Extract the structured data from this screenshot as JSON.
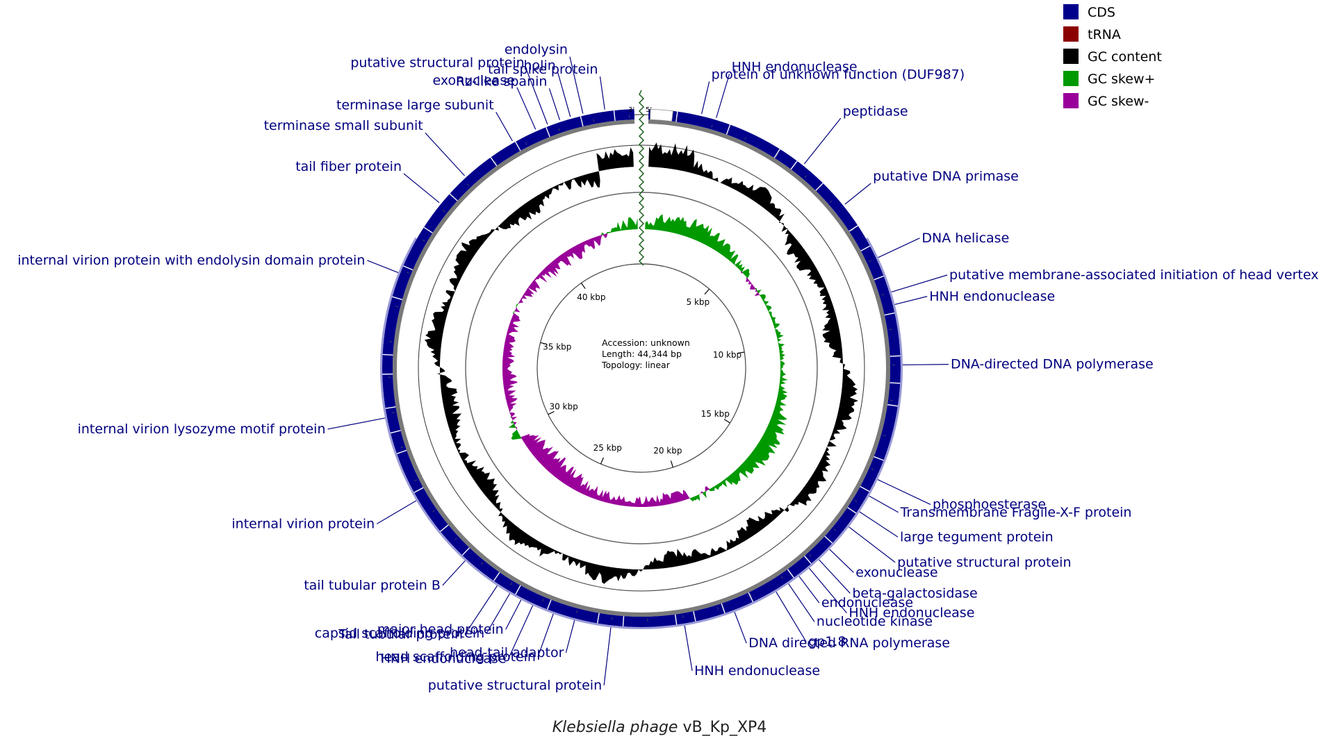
{
  "title": "Klebsiella phage vB_Kp_XP4",
  "title_parts": {
    "italic": "Klebsiella phage",
    "plain": "vB_Kp_XP4"
  },
  "center_info": {
    "accession": "Accession: unknown",
    "length": "Length: 44,344 bp",
    "topology": "Topology: linear"
  },
  "end_marks": {
    "three_prime": "3'",
    "five_prime": "5'"
  },
  "legend": [
    {
      "label": "CDS",
      "color": "#00008b"
    },
    {
      "label": "tRNA",
      "color": "#8b0000"
    },
    {
      "label": "GC content",
      "color": "#000000"
    },
    {
      "label": "GC skew+",
      "color": "#009900"
    },
    {
      "label": "GC skew-",
      "color": "#990099"
    }
  ],
  "genome_length_bp": 44344,
  "ticks": [
    {
      "label": "5 kbp",
      "bp": 5000
    },
    {
      "label": "10 kbp",
      "bp": 10000
    },
    {
      "label": "15 kbp",
      "bp": 15000
    },
    {
      "label": "20 kbp",
      "bp": 20000
    },
    {
      "label": "25 kbp",
      "bp": 25000
    },
    {
      "label": "30 kbp",
      "bp": 30000
    },
    {
      "label": "35 kbp",
      "bp": 35000
    },
    {
      "label": "40 kbp",
      "bp": 40000
    }
  ],
  "cds_features": [
    {
      "label": "protein of unknown function (DUF987)",
      "bp": 1640
    },
    {
      "label": "HNH endonuclease",
      "bp": 2050
    },
    {
      "label": "peptidase",
      "bp": 4750
    },
    {
      "label": "putative DNA primase",
      "bp": 6300
    },
    {
      "label": "DNA helicase",
      "bp": 8000
    },
    {
      "label": "putative membrane-associated initiation of head vertex",
      "bp": 9000
    },
    {
      "label": "HNH endonuclease",
      "bp": 9350
    },
    {
      "label": "DNA-directed DNA polymerase",
      "bp": 11000
    },
    {
      "label": "phosphoesterase",
      "bp": 14200
    },
    {
      "label": "Transmembrane Fragile-X-F protein",
      "bp": 14700
    },
    {
      "label": "large tegument protein",
      "bp": 15200
    },
    {
      "label": "putative structural protein",
      "bp": 15700
    },
    {
      "label": "exonuclease",
      "bp": 16500
    },
    {
      "label": "beta-galactosidase",
      "bp": 16900
    },
    {
      "label": "HNH endonuclease",
      "bp": 17250
    },
    {
      "label": "endonuclease",
      "bp": 17600
    },
    {
      "label": "nucleotide kinase",
      "bp": 17950
    },
    {
      "label": "gp1.8",
      "bp": 18350
    },
    {
      "label": "DNA directed RNA polymerase",
      "bp": 19600
    },
    {
      "label": "HNH endonuclease",
      "bp": 21000
    },
    {
      "label": "putative structural protein",
      "bp": 23000
    },
    {
      "label": "head-tail adaptor",
      "bp": 24000
    },
    {
      "label": "head scaffolding protein",
      "bp": 24600
    },
    {
      "label": "HNH endonuclease",
      "bp": 25200
    },
    {
      "label": "major head protein",
      "bp": 25550
    },
    {
      "label": "capsid scaffolding protein",
      "bp": 25900
    },
    {
      "label": "Tail tubular protein",
      "bp": 26300
    },
    {
      "label": "tail tubular protein B",
      "bp": 27400
    },
    {
      "label": "internal virion protein",
      "bp": 29500
    },
    {
      "label": "internal virion lysozyme motif protein",
      "bp": 31900
    },
    {
      "label": "internal virion protein with endolysin domain protein",
      "bp": 35900
    },
    {
      "label": "tail fiber protein",
      "bp": 38100
    },
    {
      "label": "terminase small subunit",
      "bp": 39100
    },
    {
      "label": "terminase large subunit",
      "bp": 40700
    },
    {
      "label": "exonuclease",
      "bp": 41400
    },
    {
      "label": "putative structural protein",
      "bp": 41750
    },
    {
      "label": "Rz-like spanin",
      "bp": 42100
    },
    {
      "label": "holin",
      "bp": 42400
    },
    {
      "label": "endolysin",
      "bp": 42750
    },
    {
      "label": "tail spike protein",
      "bp": 43350
    }
  ],
  "tracks": [
    "CDS",
    "GC content",
    "GC skew+",
    "GC skew-"
  ]
}
